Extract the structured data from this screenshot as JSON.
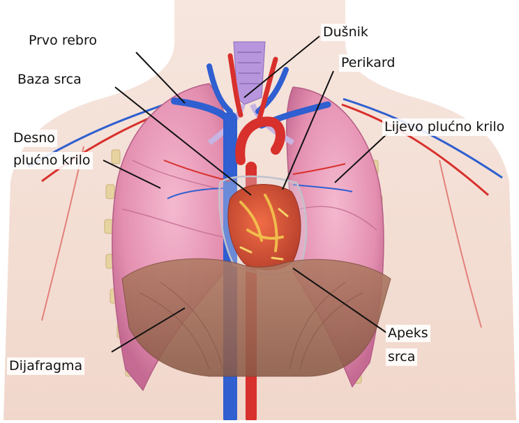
{
  "labels": {
    "prvo_rebro": "Prvo rebro",
    "dusnik": "Dušnik",
    "perikard": "Perikard",
    "baza_srca": "Baza srca",
    "lijevo_plucno_krilo": "Lijevo plućno krilo",
    "desno_plucno_krilo_1": "Desno",
    "desno_plucno_krilo_2": "plućno krilo",
    "apeks_srca_1": "Apeks",
    "apeks_srca_2": "srca",
    "dijafragma": "Dijafragma"
  },
  "colors": {
    "skin": "#f3ddd2",
    "lung": "#e89bb6",
    "lung_shadow": "#c86f95",
    "heart": "#d9583a",
    "heart_fat": "#f0c24a",
    "aorta": "#d8302c",
    "vena_cava": "#2f5fd0",
    "trachea": "#b18bd6",
    "diaphragm": "#9a6a55",
    "rib": "#e8d6a4",
    "pericardium": "#c9c9d2",
    "leader": "#111111"
  },
  "icons": [
    "anatomy-illustration"
  ]
}
